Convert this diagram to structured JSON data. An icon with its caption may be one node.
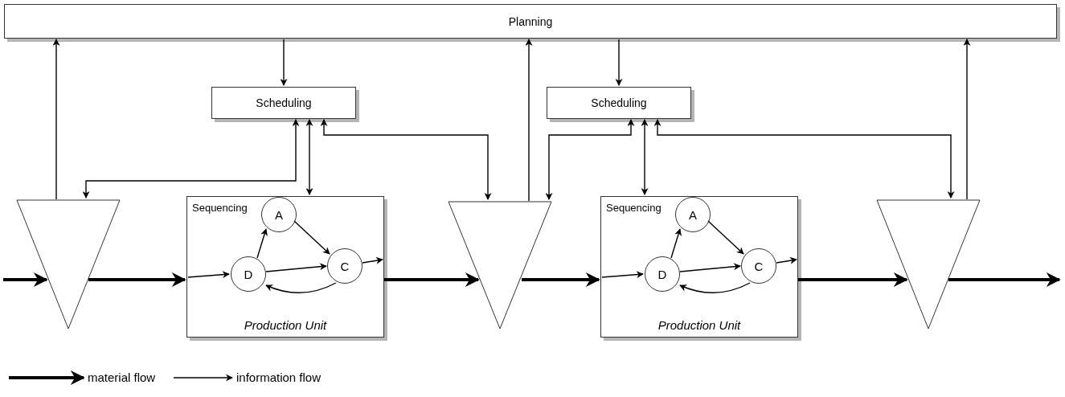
{
  "diagram": {
    "nodes": [
      {
        "text": [
          "Planning"
        ]
      },
      {
        "text": [
          "Scheduling"
        ]
      },
      {
        "text": [
          "Scheduling"
        ]
      },
      {
        "text": [],
        "shape": "triangle"
      },
      {
        "text": [
          "Sequencing",
          "Production Unit"
        ]
      },
      {
        "text": [
          "A"
        ],
        "in": 4
      },
      {
        "text": [
          "D"
        ],
        "in": 4
      },
      {
        "text": [
          "C"
        ],
        "in": 4
      },
      {
        "text": [],
        "shape": "triangle"
      },
      {
        "text": [
          "Sequencing",
          "Production Unit"
        ]
      },
      {
        "text": [
          "A"
        ],
        "in": 9
      },
      {
        "text": [
          "D"
        ],
        "in": 9
      },
      {
        "text": [
          "C"
        ],
        "in": 9
      },
      {
        "text": [],
        "shape": "triangle"
      }
    ],
    "edges": [
      {
        "from": null,
        "to": 3,
        "arrow": "to",
        "style": "thick"
      },
      {
        "from": 3,
        "to": 0,
        "arrow": "to"
      },
      {
        "from": 0,
        "to": 1,
        "arrow": "to"
      },
      {
        "from": 1,
        "to": 3,
        "arrow": "both"
      },
      {
        "from": 1,
        "to": 4,
        "arrow": "both"
      },
      {
        "from": 1,
        "to": 8,
        "arrow": "both"
      },
      {
        "from": 3,
        "to": 4,
        "arrow": "to",
        "style": "thick"
      },
      {
        "from": null,
        "to": 6,
        "arrow": "to"
      },
      {
        "from": 6,
        "to": 5,
        "arrow": "to"
      },
      {
        "from": 5,
        "to": 7,
        "arrow": "to"
      },
      {
        "from": 6,
        "to": 7,
        "arrow": "to"
      },
      {
        "from": 7,
        "to": 6,
        "arrow": "to"
      },
      {
        "from": 7,
        "to": null,
        "arrow": "to"
      },
      {
        "from": 4,
        "to": 8,
        "arrow": "to",
        "style": "thick"
      },
      {
        "from": 8,
        "to": 0,
        "arrow": "to"
      },
      {
        "from": 0,
        "to": 2,
        "arrow": "to"
      },
      {
        "from": 2,
        "to": 8,
        "arrow": "both"
      },
      {
        "from": 2,
        "to": 9,
        "arrow": "both"
      },
      {
        "from": 2,
        "to": 13,
        "arrow": "both"
      },
      {
        "from": 8,
        "to": 9,
        "arrow": "to",
        "style": "thick"
      },
      {
        "from": null,
        "to": 11,
        "arrow": "to"
      },
      {
        "from": 11,
        "to": 10,
        "arrow": "to"
      },
      {
        "from": 10,
        "to": 12,
        "arrow": "to"
      },
      {
        "from": 11,
        "to": 12,
        "arrow": "to"
      },
      {
        "from": 12,
        "to": 11,
        "arrow": "to"
      },
      {
        "from": 12,
        "to": null,
        "arrow": "to"
      },
      {
        "from": 9,
        "to": 13,
        "arrow": "to",
        "style": "thick"
      },
      {
        "from": 13,
        "to": 0,
        "arrow": "to"
      },
      {
        "from": 13,
        "to": null,
        "arrow": "to",
        "style": "thick"
      }
    ],
    "legend": [
      {
        "text": "material flow"
      },
      {
        "text": "information flow"
      }
    ]
  }
}
